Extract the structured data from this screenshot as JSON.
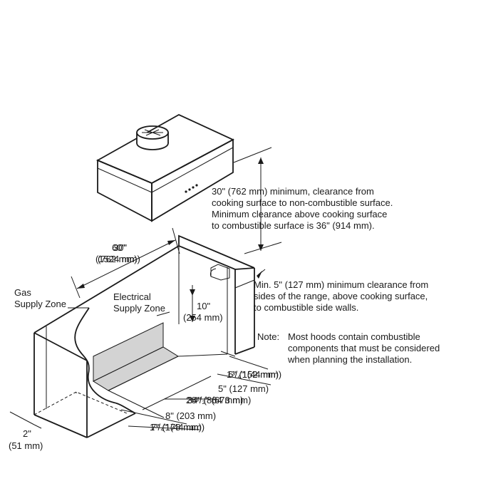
{
  "clearance_note": {
    "line1": "30\" (762 mm) minimum, clearance from",
    "line2": "cooking surface to non-combustible surface.",
    "line3": "Minimum clearance above cooking surface",
    "line4": "to combustible surface is 36\" (914 mm)."
  },
  "width_options": {
    "in_1": "60\"",
    "in_2": "30\"",
    "mm_1": "(1524 mm)",
    "mm_2": "(762 mm)"
  },
  "side_note": {
    "line1": "Min. 5\" (127 mm) minimum clearance from",
    "line2": "sides of the range, above cooking surface,",
    "line3": "to combustible side walls."
  },
  "gas_zone": {
    "line1": "Gas",
    "line2": "Supply Zone"
  },
  "electrical_zone": {
    "line1": "Electrical",
    "line2": "Supply Zone"
  },
  "dim_10": {
    "in": "10\"",
    "mm": "(254 mm)"
  },
  "note": {
    "label": "Note:",
    "line1": "Most hoods contain combustible",
    "line2": "components that must be considered",
    "line3": "when planning the installation."
  },
  "dim_right_upper": {
    "a": "1³/₄\" (44 mm)",
    "b": "6\" (152 mm)"
  },
  "dim_5": "5\" (127 mm)",
  "dim_mid": {
    "a": "26¹/₂\" (673 mm)",
    "b": "34\" (864 mm)"
  },
  "dim_8": "8\" (203 mm)",
  "dim_bottom": {
    "a": "1³/₄\" (44 mm)",
    "b": "7\" (178 mm)"
  },
  "dim_2": {
    "in": "2\"",
    "mm": "(51 mm)"
  }
}
